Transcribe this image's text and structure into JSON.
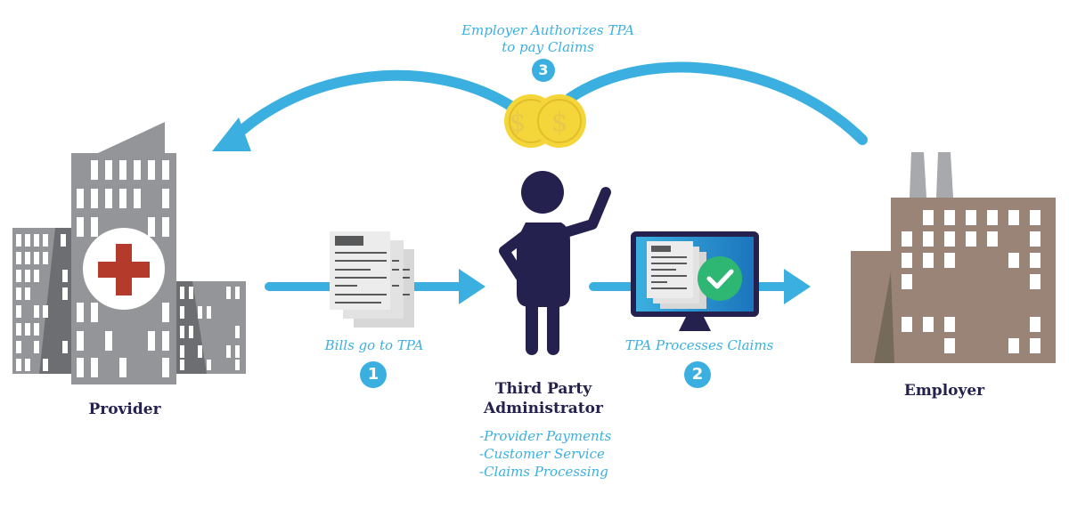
{
  "colors": {
    "accent": "#3bb0e0",
    "navy": "#24214f",
    "building_gray": "#939598",
    "building_dark": "#6d6e71",
    "factory_brown": "#9a8478",
    "factory_shadow": "#766a5b",
    "cross_red": "#b43a2b",
    "coin_gold": "#f5d63a",
    "check_green": "#2eb673",
    "screen_blue": "#1b75bc"
  },
  "step3": {
    "caption_line1": "Employer Authorizes TPA",
    "caption_line2": "to pay Claims",
    "number": "3",
    "icon": "coins-icon"
  },
  "provider": {
    "label": "Provider",
    "icon": "hospital-icon"
  },
  "step1": {
    "caption": "Bills go to TPA",
    "number": "1",
    "icon": "documents-icon"
  },
  "tpa": {
    "title_line1": "Third Party",
    "title_line2": "Administrator",
    "icon": "person-icon",
    "services": [
      "-Provider Payments",
      "-Customer Service",
      "-Claims Processing"
    ]
  },
  "step2": {
    "caption": "TPA Processes Claims",
    "number": "2",
    "icon": "monitor-check-icon"
  },
  "employer": {
    "label": "Employer",
    "icon": "factory-icon"
  }
}
